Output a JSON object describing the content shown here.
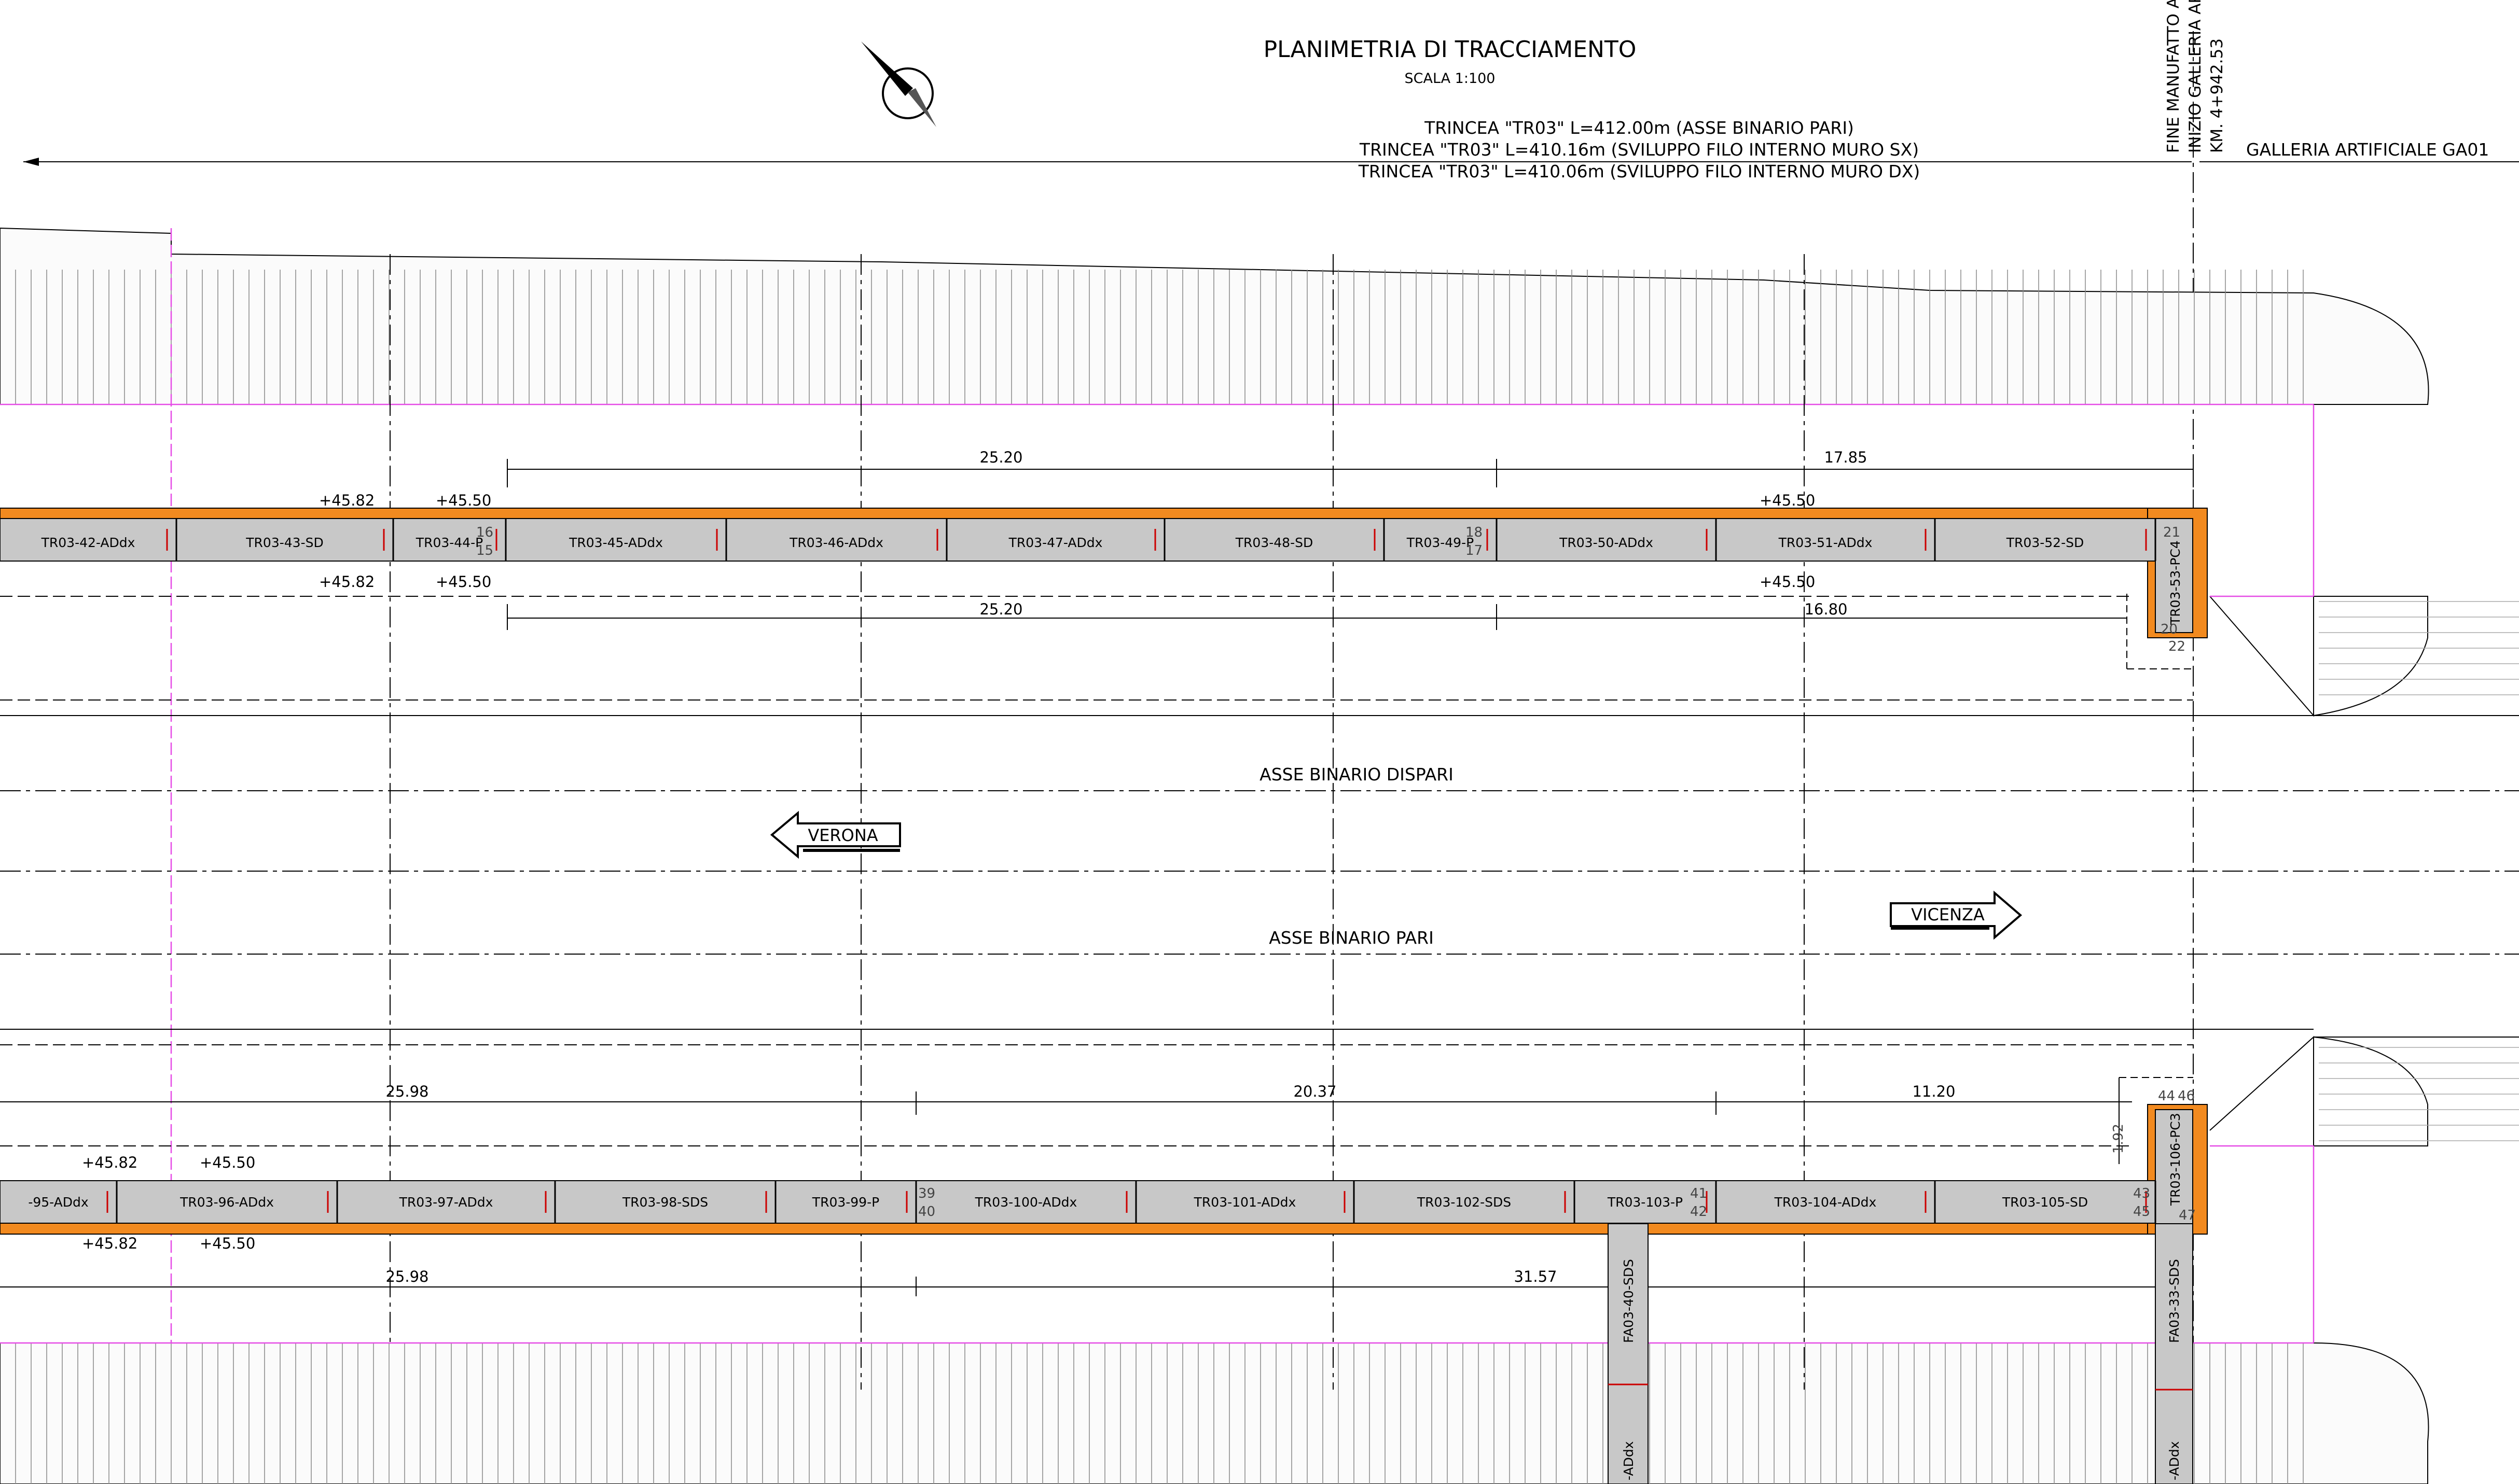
{
  "title": "PLANIMETRIA DI TRACCIAMENTO",
  "scale": "SCALA 1:100",
  "trincea_notes": [
    "TRINCEA \"TR03\" L=412.00m (ASSE BINARIO PARI)",
    "TRINCEA \"TR03\" L=410.16m (SVILUPPO FILO INTERNO MURO SX)",
    "TRINCEA \"TR03\" L=410.06m (SVILUPPO FILO INTERNO MURO DX)"
  ],
  "vertical_notes": [
    "FINE MANUFATTO A",
    "INIZIO GALLERIA AR",
    "KM. 4+942.53"
  ],
  "galleria_label": "GALLERIA ARTIFICIALE GA01",
  "axes": {
    "dispari": "ASSE BINARIO DISPARI",
    "pari": "ASSE BINARIO PARI"
  },
  "directions": {
    "left": "VERONA",
    "right": "VICENZA"
  },
  "top_wall": {
    "segments": [
      "TR03-42-ADdx",
      "TR03-43-SD",
      "TR03-44-P",
      "TR03-45-ADdx",
      "TR03-46-ADdx",
      "TR03-47-ADdx",
      "TR03-48-SD",
      "TR03-49-P",
      "TR03-50-ADdx",
      "TR03-51-ADdx",
      "TR03-52-SD"
    ],
    "end_segment": "TR03-53-PC4",
    "dims_above": [
      "25.20",
      "17.85"
    ],
    "dims_below": [
      "25.20",
      "16.80"
    ],
    "levels": [
      "+45.82",
      "+45.50",
      "+45.82",
      "+45.50",
      "+45.50",
      "+45.50"
    ],
    "numbers": [
      "16",
      "15",
      "18",
      "17",
      "21",
      "20",
      "22"
    ]
  },
  "bottom_wall": {
    "segments": [
      "-95-ADdx",
      "TR03-96-ADdx",
      "TR03-97-ADdx",
      "TR03-98-SDS",
      "TR03-99-P",
      "TR03-100-ADdx",
      "TR03-101-ADdx",
      "TR03-102-SDS",
      "TR03-103-P",
      "TR03-104-ADdx",
      "TR03-105-SD"
    ],
    "end_segment": "TR03-106-PC3",
    "dims_above": [
      "25.98",
      "20.37",
      "11.20",
      "1.92"
    ],
    "dims_below": [
      "25.98",
      "31.57"
    ],
    "levels": [
      "+45.82",
      "+45.50",
      "+45.82",
      "+45.50"
    ],
    "numbers": [
      "39",
      "40",
      "41",
      "42",
      "43",
      "45",
      "44",
      "46",
      "47"
    ]
  },
  "branches": [
    "FA03-40-SDS",
    "FA03-33-SDS",
    "-ADdx",
    "-ADdx"
  ],
  "colors": {
    "wall": "#f28a1f",
    "segment": "#c8c8c8",
    "magenta": "#e64ce6",
    "line": "#000000"
  },
  "icons": [
    "north-arrow-icon"
  ]
}
